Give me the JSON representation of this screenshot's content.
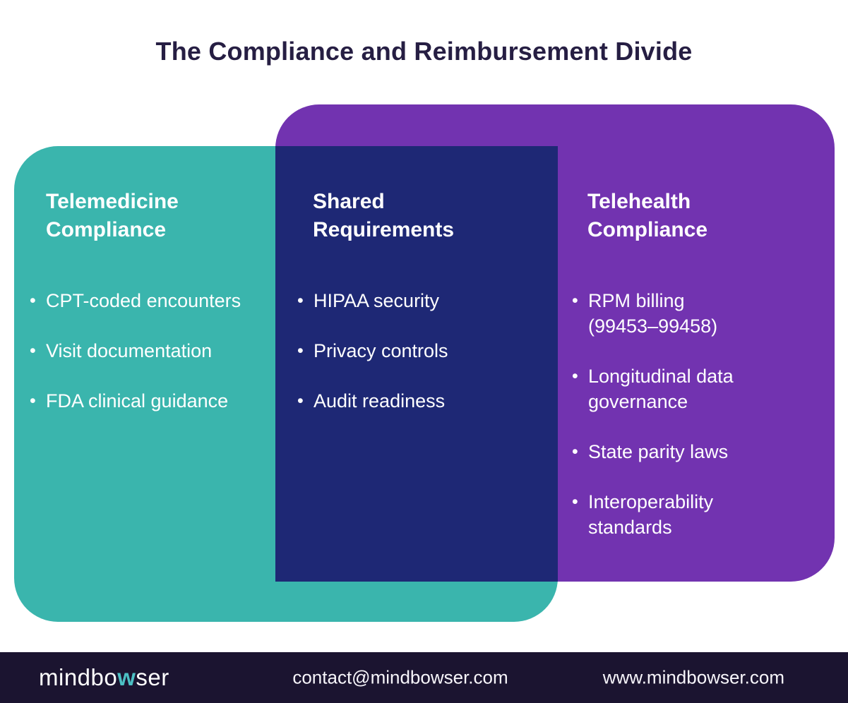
{
  "title": "The Compliance and Reimbursement Divide",
  "diagram": {
    "type": "venn-overlap",
    "left_panel": {
      "heading": "Telemedicine Compliance",
      "items": [
        "CPT-coded encounters",
        "Visit documentation",
        "FDA clinical guidance"
      ]
    },
    "overlap_panel": {
      "heading": "Shared Requirements",
      "items": [
        "HIPAA security",
        "Privacy controls",
        "Audit readiness"
      ]
    },
    "right_panel": {
      "heading": "Telehealth Compliance",
      "items": [
        "RPM billing (99453–99458)",
        "Longitudinal data governance",
        "State parity laws",
        "Interoperability standards"
      ]
    }
  },
  "colors": {
    "left_teal": "#3ab5ad",
    "right_purple": "#7233b0",
    "overlap_navy": "#1e2875",
    "title_text": "#261e43",
    "panel_text": "#ffffff",
    "footer_background": "#1b1430",
    "logo_accent_teal": "#4cc0c4"
  },
  "footer": {
    "logo_part1": "mindbo",
    "logo_accent": "w",
    "logo_part2": "ser",
    "email": "contact@mindbowser.com",
    "website": "www.mindbowser.com"
  }
}
